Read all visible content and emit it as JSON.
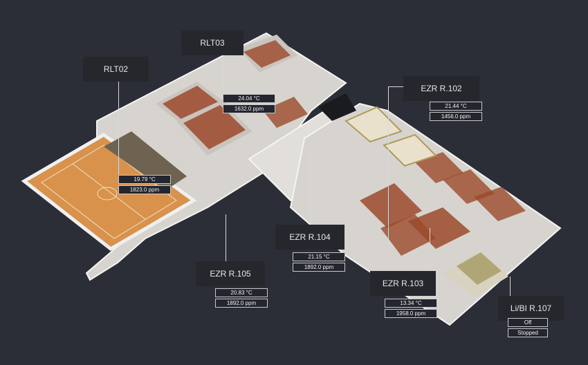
{
  "header": {
    "title": ""
  },
  "rooms": [
    {
      "id": "rlt03",
      "name": "RLT03",
      "values": [
        "24.04 °C",
        "1632.0 ppm"
      ]
    },
    {
      "id": "rlt02",
      "name": "RLT02",
      "values": [
        "19.79 °C",
        "1823.0 ppm"
      ]
    },
    {
      "id": "ezr102",
      "name": "EZR R.102",
      "values": [
        "21.44 °C",
        "1456.0 ppm"
      ]
    },
    {
      "id": "ezr104",
      "name": "EZR R.104",
      "values": [
        "21.15 °C",
        "1892.0 ppm"
      ]
    },
    {
      "id": "ezr105",
      "name": "EZR R.105",
      "values": [
        "20.83 °C",
        "1892.0 ppm"
      ]
    },
    {
      "id": "ezr103",
      "name": "EZR R.103",
      "values": [
        "13.34 °C",
        "1958.0 ppm"
      ]
    },
    {
      "id": "libi107",
      "name": "Li/BI R.107",
      "values": [
        "Off",
        "Stopped"
      ]
    }
  ],
  "colors": {
    "background": "#2b2e36",
    "label_bg": "#25272d",
    "floor": "#e4e1dc",
    "gym_floor": "#d9914a",
    "seats": "#9a4a2c"
  }
}
